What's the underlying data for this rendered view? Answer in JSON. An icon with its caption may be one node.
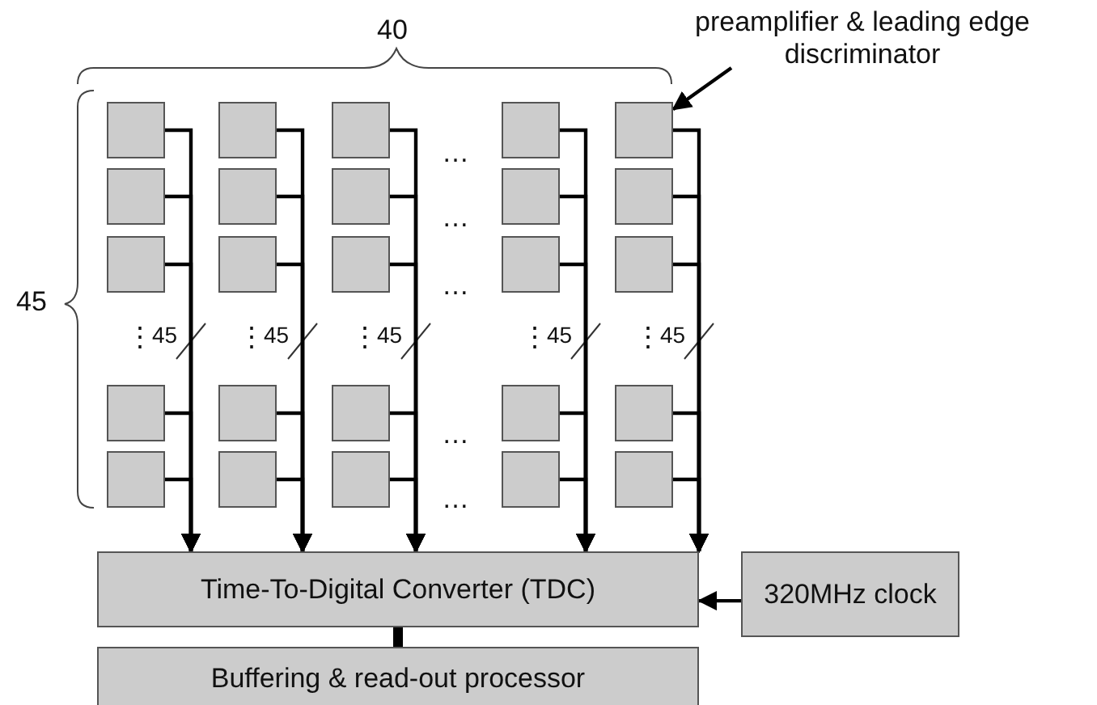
{
  "diagram": {
    "nodes": [
      {
        "text": [
          "preamplifier & leading edge discriminator"
        ]
      },
      {
        "text": [],
        "shape": "box"
      },
      {
        "text": [],
        "shape": "box"
      },
      {
        "text": [],
        "shape": "box"
      },
      {
        "text": [],
        "shape": "box"
      },
      {
        "text": [],
        "shape": "box"
      },
      {
        "text": [],
        "shape": "box"
      },
      {
        "text": [],
        "shape": "box"
      },
      {
        "text": [],
        "shape": "box"
      },
      {
        "text": [],
        "shape": "box"
      },
      {
        "text": [],
        "shape": "box"
      },
      {
        "text": [],
        "shape": "box"
      },
      {
        "text": [],
        "shape": "box"
      },
      {
        "text": [],
        "shape": "box"
      },
      {
        "text": [],
        "shape": "box"
      },
      {
        "text": [],
        "shape": "box"
      },
      {
        "text": [],
        "shape": "box"
      },
      {
        "text": [],
        "shape": "box"
      },
      {
        "text": [],
        "shape": "box"
      },
      {
        "text": [],
        "shape": "box"
      },
      {
        "text": [],
        "shape": "box"
      },
      {
        "text": [],
        "shape": "box"
      },
      {
        "text": [],
        "shape": "box"
      },
      {
        "text": [],
        "shape": "box"
      },
      {
        "text": [],
        "shape": "box"
      },
      {
        "text": [],
        "shape": "box"
      },
      {
        "text": [
          "Time-To-Digital Converter (TDC)"
        ]
      },
      {
        "text": [
          "320MHz clock"
        ]
      },
      {
        "text": [
          "Buffering & read-out processor"
        ]
      }
    ],
    "edges": [
      {
        "from": 1,
        "to": 26,
        "arrow": "to"
      },
      {
        "from": 2,
        "to": 26,
        "arrow": "to"
      },
      {
        "from": 3,
        "to": 26,
        "arrow": "to"
      },
      {
        "from": 4,
        "to": 26,
        "arrow": "to"
      },
      {
        "from": 5,
        "to": 26,
        "arrow": "to"
      },
      {
        "from": 6,
        "to": 26,
        "arrow": "to"
      },
      {
        "from": 7,
        "to": 26,
        "arrow": "to"
      },
      {
        "from": 8,
        "to": 26,
        "arrow": "to"
      },
      {
        "from": 9,
        "to": 26,
        "arrow": "to"
      },
      {
        "from": 10,
        "to": 26,
        "arrow": "to"
      },
      {
        "from": 11,
        "to": 26,
        "arrow": "to"
      },
      {
        "from": 12,
        "to": 26,
        "arrow": "to"
      },
      {
        "from": 13,
        "to": 26,
        "arrow": "to"
      },
      {
        "from": 14,
        "to": 26,
        "arrow": "to"
      },
      {
        "from": 15,
        "to": 26,
        "arrow": "to"
      },
      {
        "from": 16,
        "to": 26,
        "arrow": "to"
      },
      {
        "from": 17,
        "to": 26,
        "arrow": "to"
      },
      {
        "from": 18,
        "to": 26,
        "arrow": "to"
      },
      {
        "from": 19,
        "to": 26,
        "arrow": "to"
      },
      {
        "from": 20,
        "to": 26,
        "arrow": "to"
      },
      {
        "from": 21,
        "to": 26,
        "arrow": "to"
      },
      {
        "from": 22,
        "to": 26,
        "arrow": "to"
      },
      {
        "from": 23,
        "to": 26,
        "arrow": "to"
      },
      {
        "from": 24,
        "to": 26,
        "arrow": "to"
      },
      {
        "from": 25,
        "to": 26,
        "arrow": "to"
      },
      {
        "from": 0,
        "to": 21,
        "arrow": "to"
      },
      {
        "from": 27,
        "to": 26,
        "arrow": "to"
      },
      {
        "from": 26,
        "to": 28,
        "arrow": "none",
        "style": "thick"
      }
    ],
    "labels": [
      "40",
      "45",
      "…",
      "…",
      "…",
      "⋮",
      "45",
      "⋮",
      "45",
      "⋮",
      "45",
      "⋮",
      "45",
      "⋮",
      "45",
      "…",
      "…"
    ]
  }
}
